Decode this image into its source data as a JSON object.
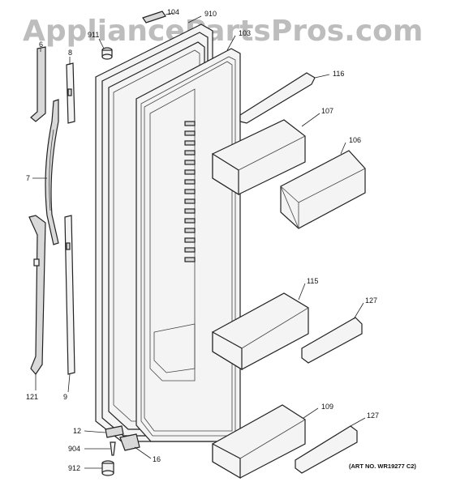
{
  "watermark": "AppliancePartsPros.com",
  "art_number": "(ART NO. WR19277 C2)",
  "callouts": {
    "c104": "104",
    "c910": "910",
    "c911": "911",
    "c103": "103",
    "c6": "6",
    "c8": "8",
    "c7": "7",
    "c121": "121",
    "c9": "9",
    "c116": "116",
    "c107": "107",
    "c106": "106",
    "c115": "115",
    "c127a": "127",
    "c109": "109",
    "c127b": "127",
    "c12": "12",
    "c904": "904",
    "c16": "16",
    "c912": "912"
  }
}
